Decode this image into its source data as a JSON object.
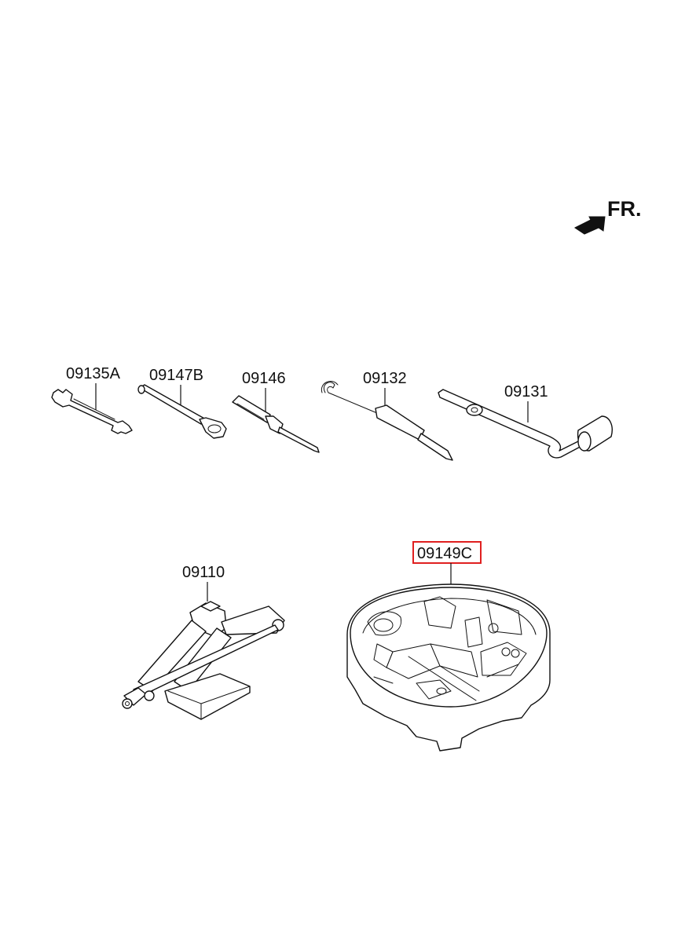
{
  "direction_indicator": {
    "label": "FR."
  },
  "parts": [
    {
      "id": "wrench",
      "number": "09135A"
    },
    {
      "id": "jack-handle",
      "number": "09147B"
    },
    {
      "id": "screwdriver",
      "number": "09146"
    },
    {
      "id": "hook-tool",
      "number": "09132"
    },
    {
      "id": "lug-wrench",
      "number": "09131"
    },
    {
      "id": "jack",
      "number": "09110"
    },
    {
      "id": "tool-case",
      "number": "09149C",
      "highlighted": true
    }
  ],
  "colors": {
    "highlight_border": "#e02020",
    "line": "#111111"
  }
}
